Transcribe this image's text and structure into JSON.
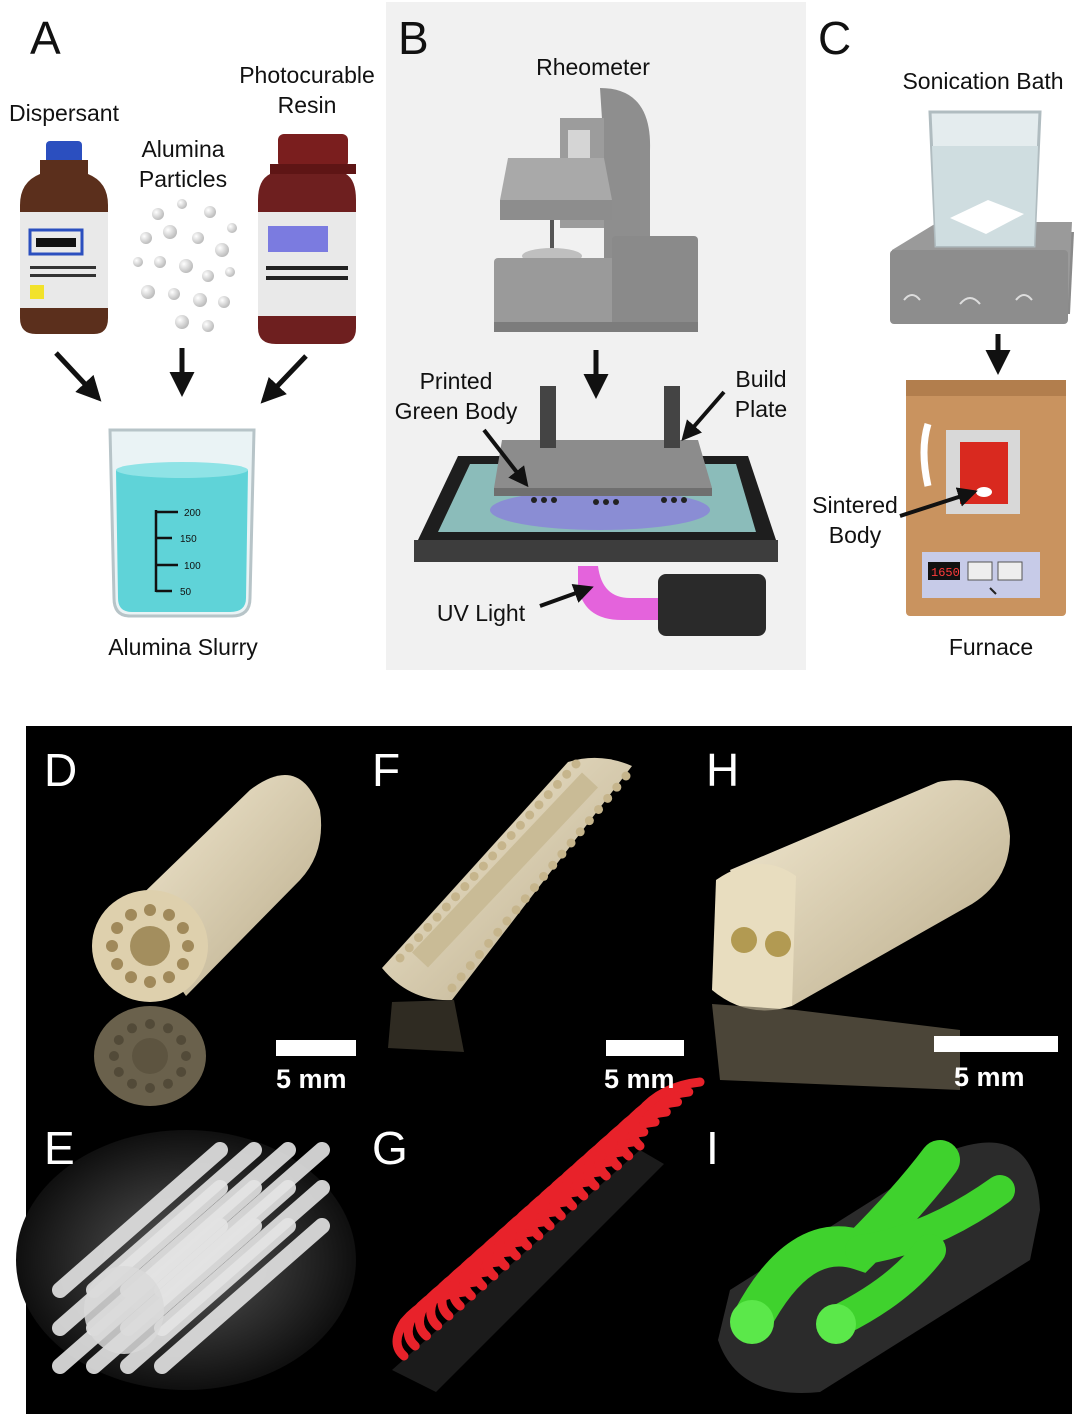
{
  "panels": {
    "a": {
      "letter": "A",
      "dispersant": "Dispersant",
      "alumina_particles": [
        "Alumina",
        "Particles"
      ],
      "photocurable_resin": [
        "Photocurable",
        "Resin"
      ],
      "alumina_slurry": "Alumina Slurry",
      "beaker_marks": [
        "200",
        "150",
        "100",
        "50"
      ]
    },
    "b": {
      "letter": "B",
      "rheometer": "Rheometer",
      "printed_green_body": [
        "Printed",
        "Green Body"
      ],
      "build_plate": [
        "Build",
        "Plate"
      ],
      "uv_light": "UV Light"
    },
    "c": {
      "letter": "C",
      "sonication_bath": "Sonication Bath",
      "sintered_body": [
        "Sintered",
        "Body"
      ],
      "furnace": "Furnace",
      "furnace_display": "1650"
    },
    "d": {
      "letter": "D",
      "scale": "5 mm"
    },
    "e": {
      "letter": "E"
    },
    "f": {
      "letter": "F",
      "scale": "5 mm"
    },
    "g": {
      "letter": "G"
    },
    "h": {
      "letter": "H",
      "scale": "5 mm"
    },
    "i": {
      "letter": "I"
    }
  },
  "colors": {
    "slurry": "#5fd3d8",
    "bottle_brown": "#5b2f1c",
    "resin_bottle": "#6e1f1f",
    "cap_blue": "#2b4fbf",
    "ceramic": "#e7dcc1",
    "red_channels": "#e8222a",
    "green_channels": "#3fd22d",
    "uv_magenta": "#e24ad8",
    "furnace_tan": "#c9935f"
  }
}
